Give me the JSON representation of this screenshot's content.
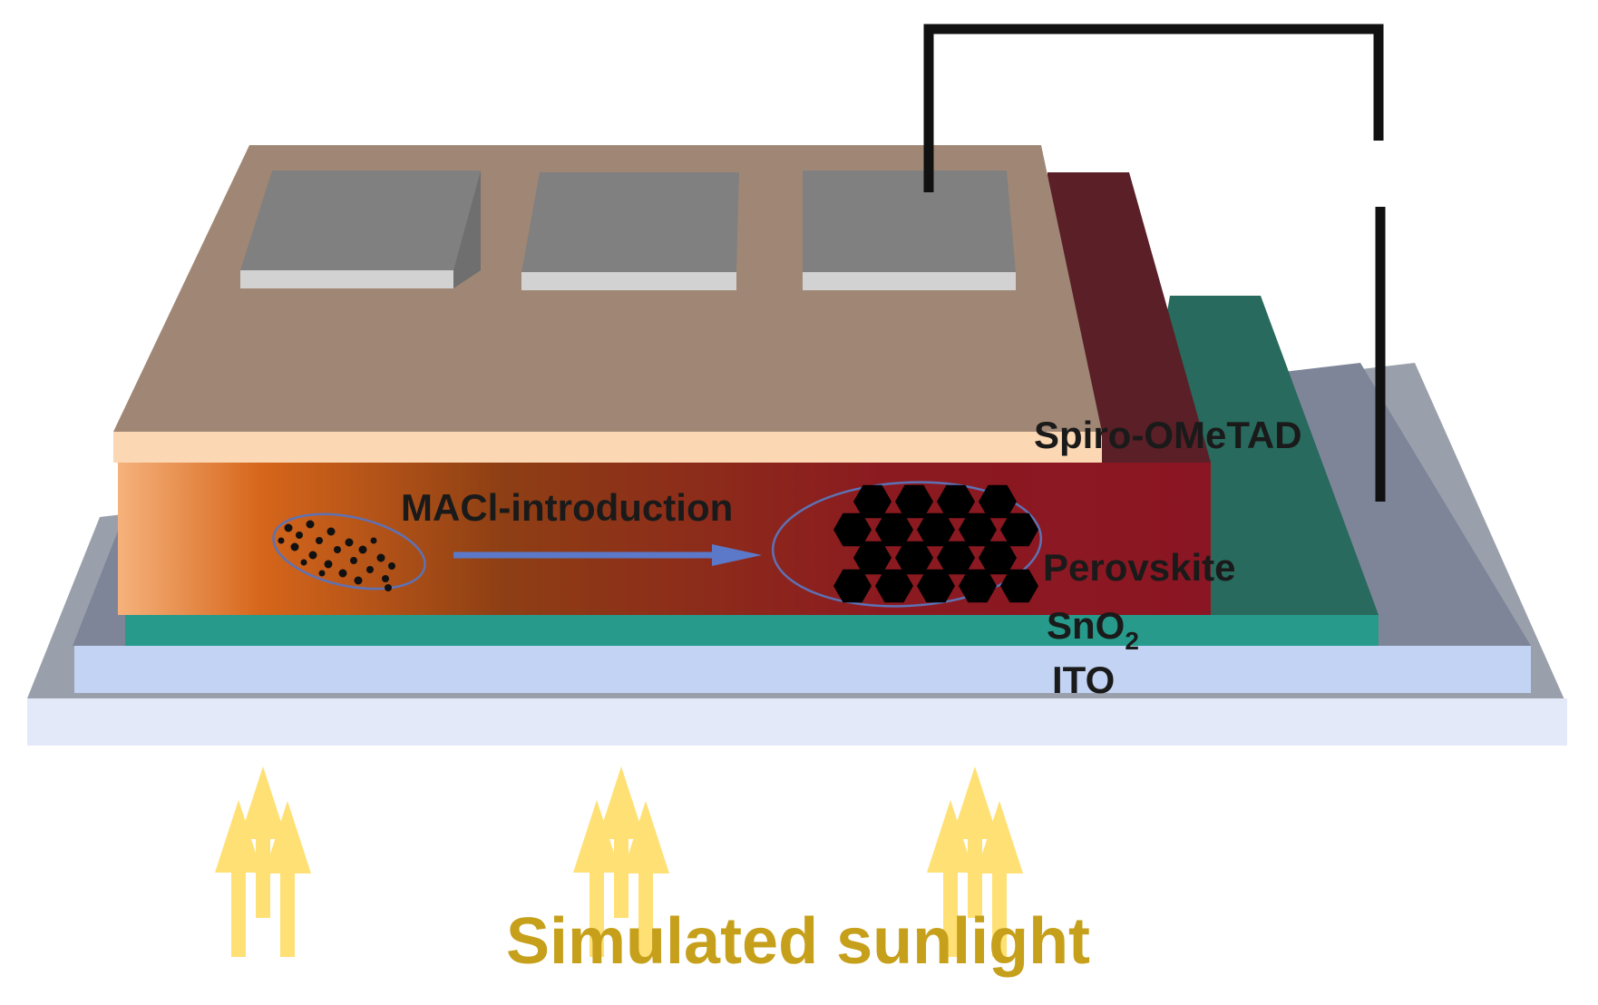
{
  "labels": {
    "spiro": "Spiro-OMeTAD",
    "perovskite": "Perovskite",
    "sno2_main": "SnO",
    "sno2_sub": "2",
    "ito": "ITO",
    "maci": "MACl-introduction",
    "sunlight": "Simulated sunlight"
  },
  "colors": {
    "glass_top": "#e3e9f8",
    "glass_back": "#9aa0ab",
    "ito": "#c2d3f3",
    "sno2": "#279a8c",
    "sno2_back": "#286a5d",
    "gray_back": "#7e8599",
    "perovskite_dark": "#8b1623",
    "perovskite_orange": "#d6661b",
    "perovskite_light": "#f6b27c",
    "perovskite_back": "#5a1f27",
    "spiro_strip": "#fbd7b3",
    "spiro_top": "#a08775",
    "electrode_top": "#808080",
    "electrode_front": "#d2d2d2",
    "wire": "#111111",
    "arrow": "#5b79c8",
    "sun_arrow": "#ffe074",
    "sun_text": "#c6a01b",
    "ellipse": "#5d72b5"
  },
  "icons": [
    "sunlight-arrow-icon",
    "hexagon-grain-icon",
    "wire-connection"
  ]
}
